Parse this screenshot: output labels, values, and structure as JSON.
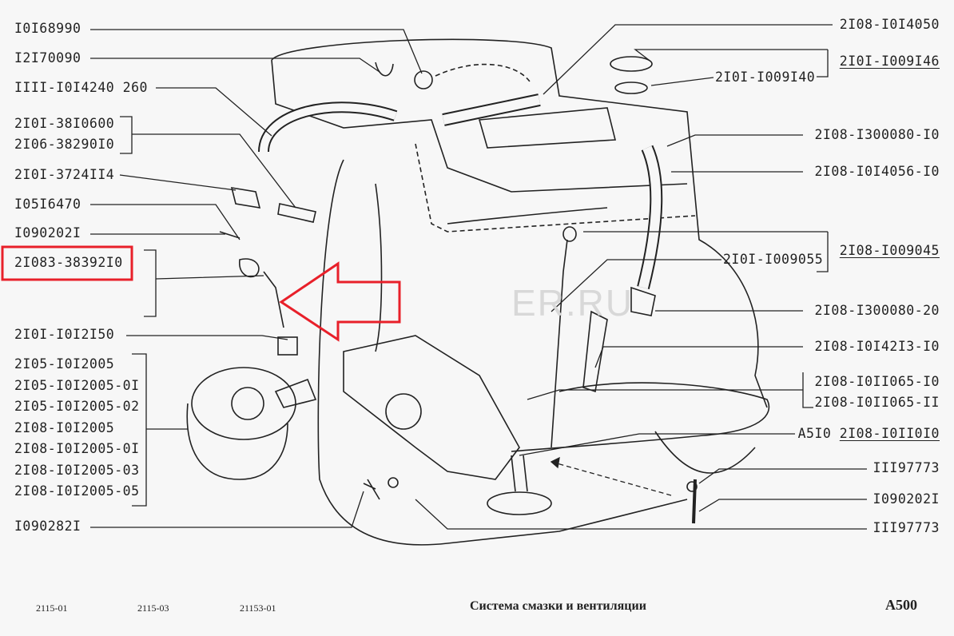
{
  "diagram": {
    "watermark": "ER.RU",
    "highlight_color": "#e8202a",
    "left_labels": {
      "l1": "I0I68990",
      "l2": "I2I70090",
      "l3": "IIII-I0I4240 260",
      "l4a": "2I0I-38I0600",
      "l4b": "2I06-38290I0",
      "l5": "2I0I-3724II4",
      "l6": "I05I6470",
      "l7": "I090202I",
      "l8": "2I083-38392I0",
      "l9": "2I0I-I0I2I50",
      "filters": [
        "2I05-I0I2005",
        "2I05-I0I2005-0I",
        "2I05-I0I2005-02",
        "2I08-I0I2005",
        "2I08-I0I2005-0I",
        "2I08-I0I2005-03",
        "2I08-I0I2005-05"
      ],
      "l11": "I090282I"
    },
    "right_labels": {
      "r1": "2I08-I0I4050",
      "r2": "2I0I-I009I46",
      "r2b": "2I0I-I009I40",
      "r3": "2I08-I300080-I0",
      "r4": "2I08-I0I4056-I0",
      "r5": "2I08-I009045",
      "r5b": "2I0I-I009055",
      "r6": "2I08-I300080-20",
      "r7": "2I08-I0I42I3-I0",
      "r8a": "2I08-I0II065-I0",
      "r8b": "2I08-I0II065-II",
      "r9pre": "A5I0",
      "r9": "2I08-I0II0I0",
      "r10": "III97773",
      "r11": "I090202I",
      "r12": "III97773"
    },
    "footer": {
      "models": [
        "2115-01",
        "2115-03",
        "21153-01"
      ],
      "title": "Система смазки и вентиляции",
      "page_code": "A500"
    }
  }
}
